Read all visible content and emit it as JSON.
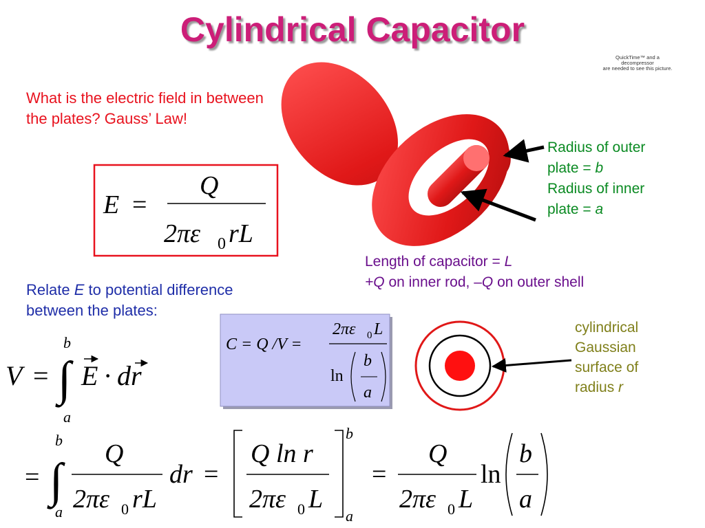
{
  "title": "Cylindrical Capacitor",
  "quicktime_notice": {
    "line1": "QuickTime™ and a",
    "line2": "decompressor",
    "line3": "are needed to see this picture."
  },
  "question": {
    "line1": "What is the electric field in between",
    "line2": "the plates? Gauss’ Law!"
  },
  "labels": {
    "outer_radius_line1": "Radius of outer",
    "outer_radius_line2_prefix": "plate =",
    "outer_radius_var": "b",
    "inner_radius_line1": "Radius of inner",
    "inner_radius_line2_prefix": "plate =",
    "inner_radius_var": "a",
    "length_prefix": "Length of capacitor =",
    "length_var": "L",
    "charge_pos": "+Q",
    "charge_mid": "on inner rod, –",
    "charge_neg": "Q",
    "charge_end": "on outer shell",
    "gauss_line1": "cylindrical",
    "gauss_line2": "Gaussian",
    "gauss_line3": "surface of",
    "gauss_line4_prefix": "radius",
    "gauss_var": "r"
  },
  "relate": {
    "prefix": "Relate",
    "var": "E",
    "suffix": "to potential difference",
    "line2": "between the plates:"
  },
  "equations": {
    "E": "E",
    "eq": "=",
    "Q": "Q",
    "two_pi_eps": "2πε",
    "zero": "0",
    "rL": "rL",
    "L": "L",
    "V": "V",
    "a": "a",
    "b": "b",
    "dr": "dr",
    "dot": "·",
    "C_expr": "C = Q /V =",
    "ln": "ln",
    "Q_ln_r": "Q ln r",
    "integral": "∫"
  },
  "colors": {
    "title": "#cc1e78",
    "box_border": "#e8121e",
    "formula_box_bg": "#c9c9f7",
    "ring_red": "#e01818"
  }
}
